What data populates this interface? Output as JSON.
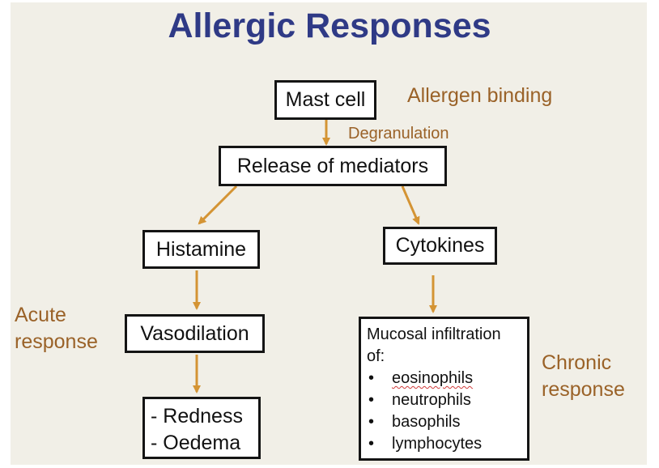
{
  "title": "Allergic Responses",
  "nodes": {
    "mast_cell": "Mast cell",
    "release": "Release of mediators",
    "histamine": "Histamine",
    "cytokines": "Cytokines",
    "vasodilation": "Vasodilation",
    "effects": [
      "- Redness",
      "- Oedema"
    ],
    "infiltration": {
      "heading": "Mucosal infiltration of:",
      "items": [
        "eosinophils",
        "neutrophils",
        "basophils",
        "lymphocytes"
      ]
    }
  },
  "labels": {
    "allergen_binding": "Allergen binding",
    "degranulation": "Degranulation",
    "acute_response": "Acute response",
    "chronic_response": "Chronic response"
  },
  "colors": {
    "title": "#2f3a86",
    "annotation": "#9a6228",
    "arrow": "#d49434",
    "box_border": "#141414",
    "background": "#f1efe7"
  }
}
